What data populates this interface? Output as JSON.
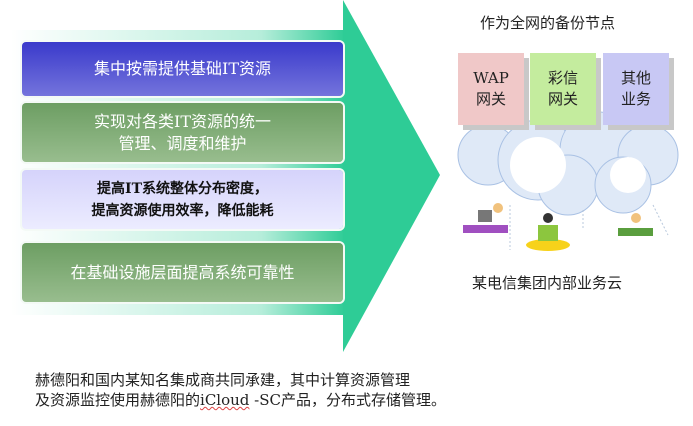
{
  "left_boxes": [
    {
      "lines": [
        "集中按需提供基础IT资源"
      ]
    },
    {
      "lines": [
        "实现对各类IT资源的统一",
        "管理、调度和维护"
      ]
    },
    {
      "lines": [
        "提高IT系统整体分布密度，",
        "提高资源使用效率，降低能耗"
      ]
    },
    {
      "lines": [
        "在基础设施层面提高系统可靠性"
      ]
    }
  ],
  "right": {
    "title": "作为全网的备份节点",
    "gateways": [
      {
        "line1": "WAP",
        "line2": "网关",
        "color": "#f0c8c8"
      },
      {
        "line1": "彩信",
        "line2": "网关",
        "color": "#c4ec9e"
      },
      {
        "line1": "其他",
        "line2": "业务",
        "color": "#c8c8f4"
      }
    ],
    "caption": "某电信集团内部业务云"
  },
  "note": {
    "line1": "赫德阳和国内某知名集成商共同承建，其中计算资源管理",
    "line2_a": "及资源监控使用赫德阳的",
    "line2_b": "iCloud",
    "line2_c": " -SC产品，分布式存储管理。"
  },
  "colors": {
    "arrow": "#2ecc96"
  }
}
